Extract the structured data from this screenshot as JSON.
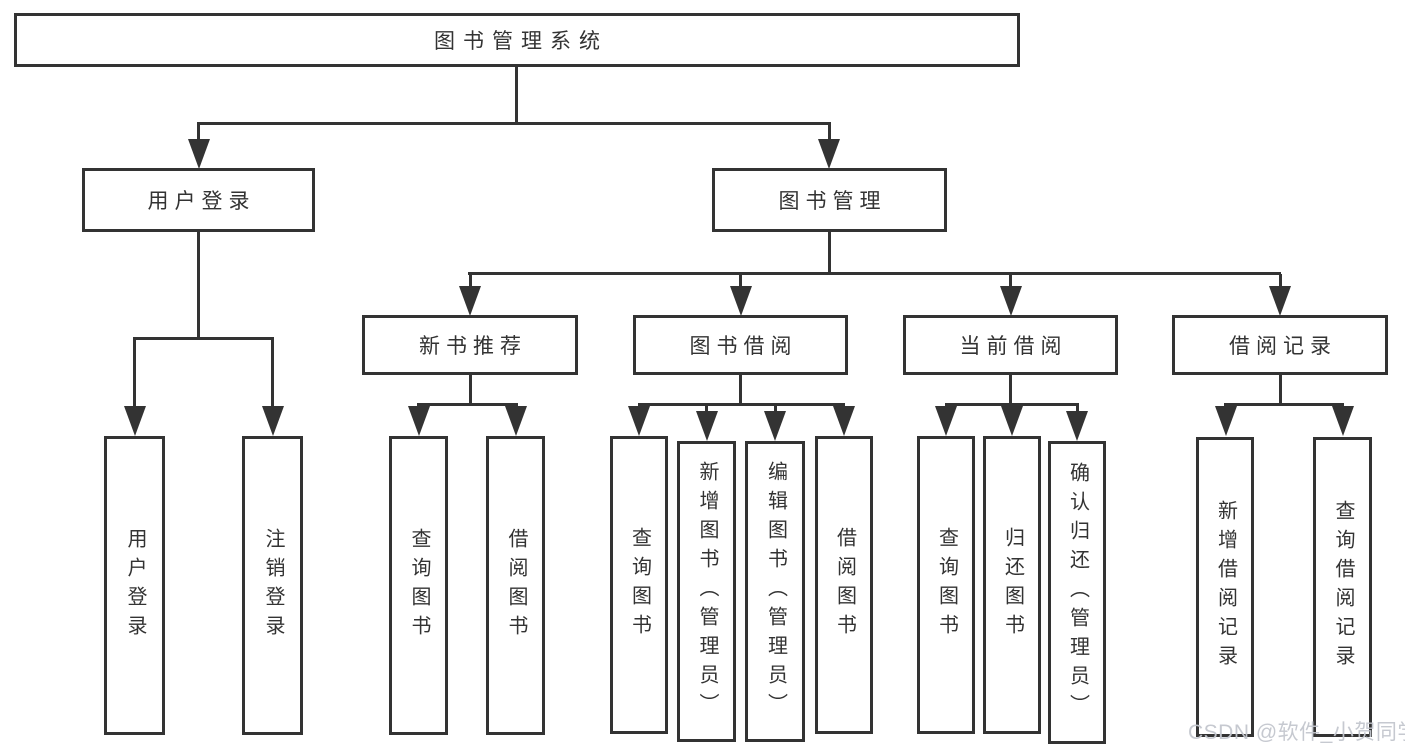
{
  "tree": {
    "root": {
      "label": "图书管理系统"
    },
    "branches": [
      {
        "label": "用户登录",
        "children": [
          {
            "label": "用户登录"
          },
          {
            "label": "注销登录"
          }
        ]
      },
      {
        "label": "图书管理",
        "sections": [
          {
            "label": "新书推荐",
            "children": [
              {
                "label": "查询图书"
              },
              {
                "label": "借阅图书"
              }
            ]
          },
          {
            "label": "图书借阅",
            "children": [
              {
                "label": "查询图书"
              },
              {
                "label": "新增图书（管理员）"
              },
              {
                "label": "编辑图书（管理员）"
              },
              {
                "label": "借阅图书"
              }
            ]
          },
          {
            "label": "当前借阅",
            "children": [
              {
                "label": "查询图书"
              },
              {
                "label": "归还图书"
              },
              {
                "label": "确认归还（管理员）"
              }
            ]
          },
          {
            "label": "借阅记录",
            "children": [
              {
                "label": "新增借阅记录"
              },
              {
                "label": "查询借阅记录"
              }
            ]
          }
        ]
      }
    ]
  },
  "watermark": {
    "text": "CSDN @软件_小贺同学"
  },
  "colors": {
    "line": "#333333",
    "text": "#333333",
    "background": "#ffffff",
    "watermark_text": "#c3c6ce"
  }
}
